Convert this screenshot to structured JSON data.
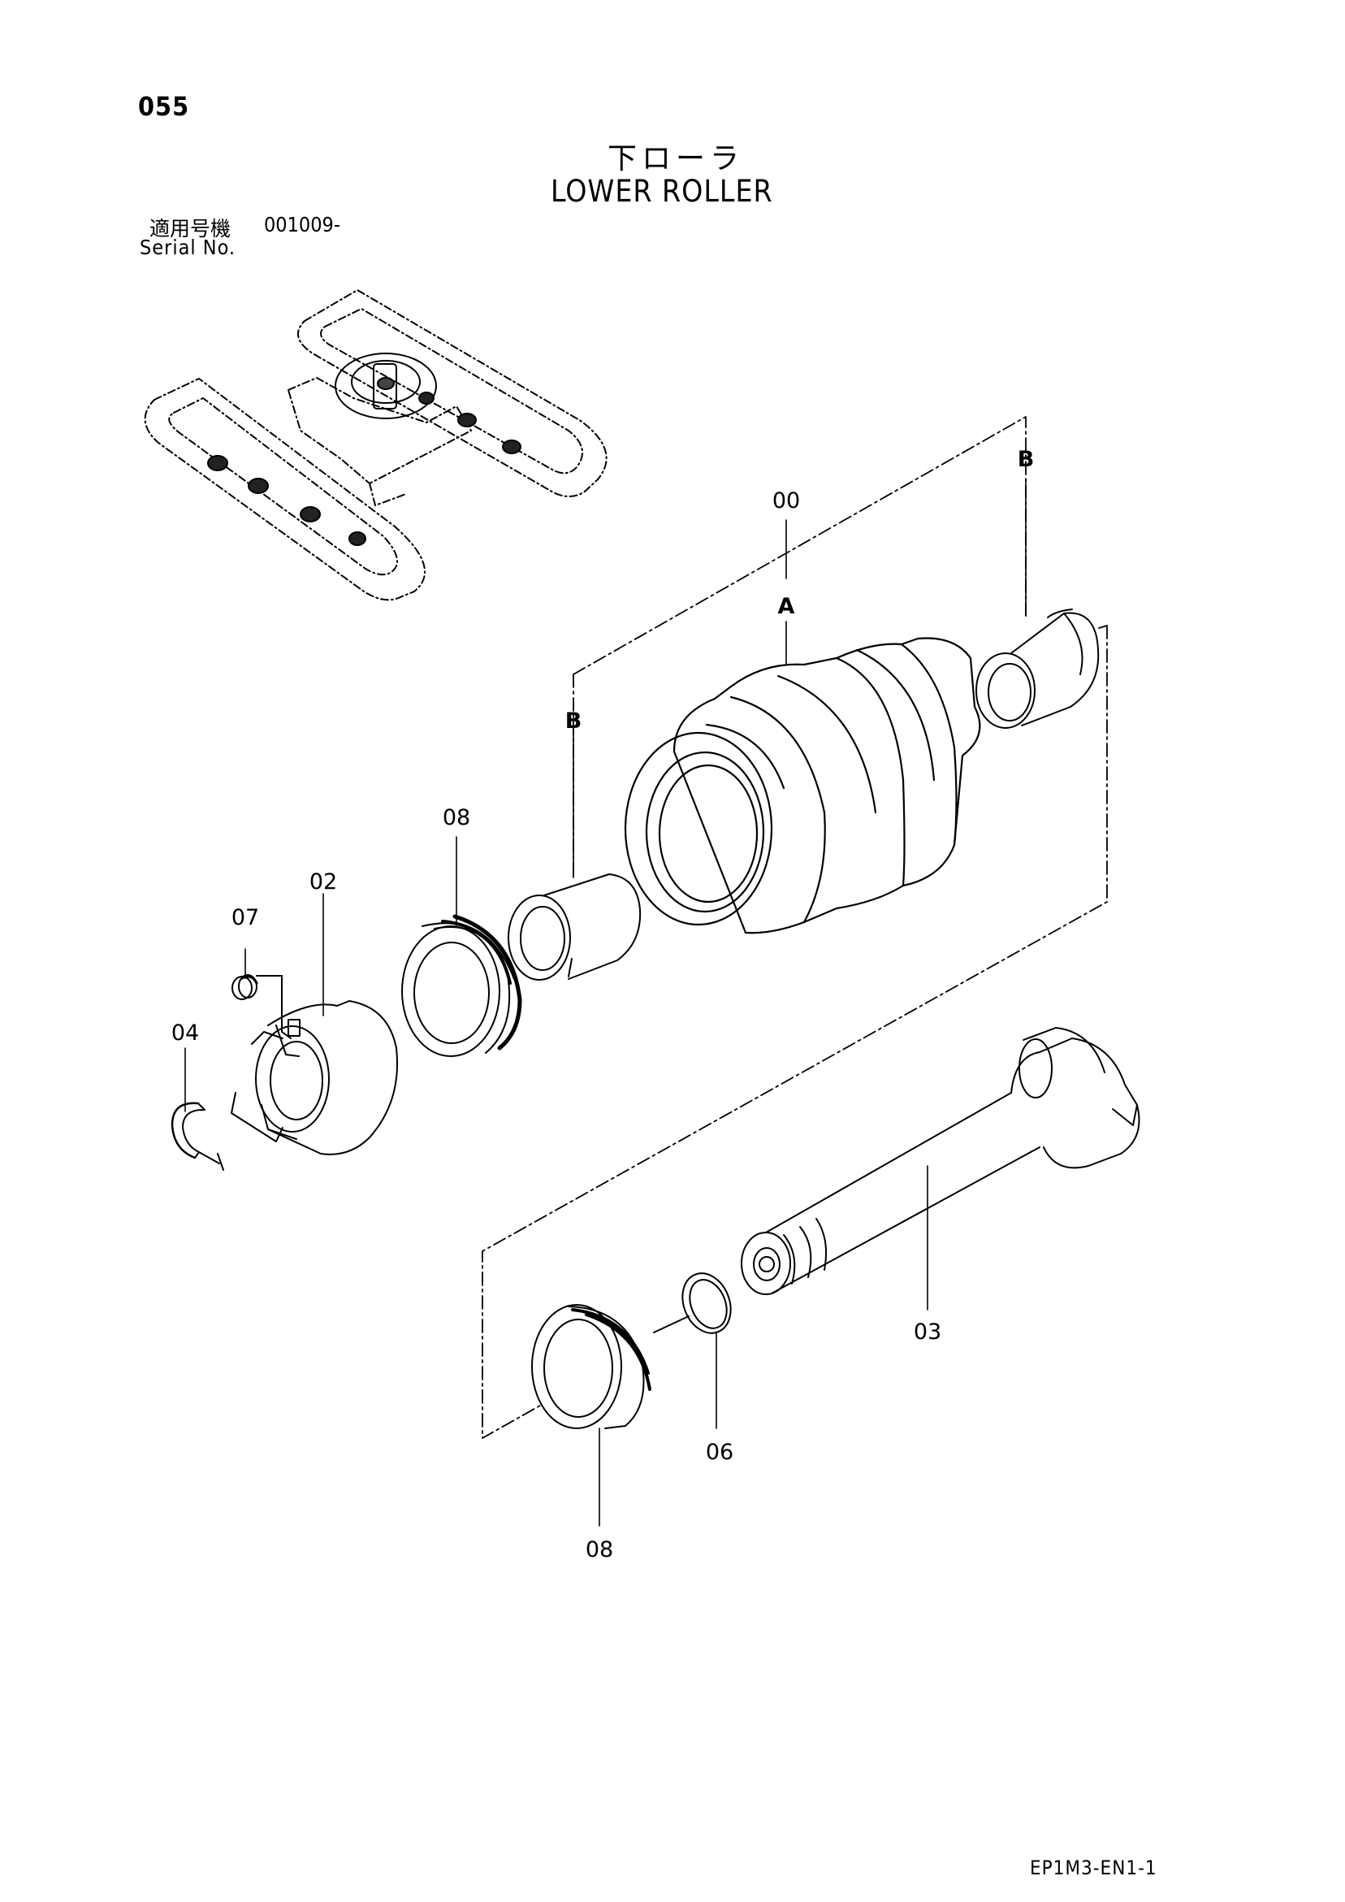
{
  "page": {
    "number": "055",
    "title_jp": "下ローラ",
    "title_en": "LOWER ROLLER",
    "serial_label_jp": "適用号機",
    "serial_value": "001009-",
    "serial_label_en": "Serial No.",
    "doc_code": "EP1M3-EN1-1"
  },
  "callouts": {
    "p00": "00",
    "p02": "02",
    "p03": "03",
    "p04": "04",
    "p06": "06",
    "p07": "07",
    "p08_top": "08",
    "p08_bottom": "08",
    "ref_a": "A",
    "ref_b_left": "B",
    "ref_b_right": "B"
  }
}
